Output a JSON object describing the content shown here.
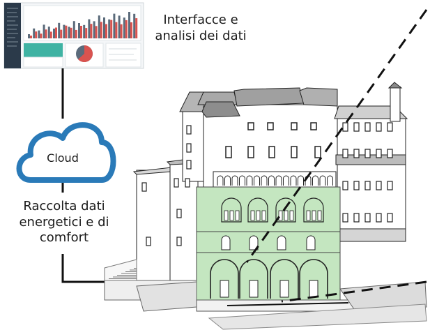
{
  "labels": {
    "interfaces_line1": "Interfacce e",
    "interfaces_line2": "analisi dei dati",
    "cloud": "Cloud",
    "collection_line1": "Raccolta dati",
    "collection_line2": "energetici e di",
    "collection_line3": "comfort"
  },
  "colors": {
    "cloud_stroke": "#2a7ab8",
    "highlight_fill": "#c4e6c0",
    "dashboard_teal": "#3fb3a3",
    "dashboard_sidebar": "#2b3a4a",
    "pie_red": "#d9534f",
    "pie_grey": "#5b6b7b"
  },
  "icons": [
    "cloud-icon",
    "dashboard-thumbnail",
    "building-illustration"
  ]
}
